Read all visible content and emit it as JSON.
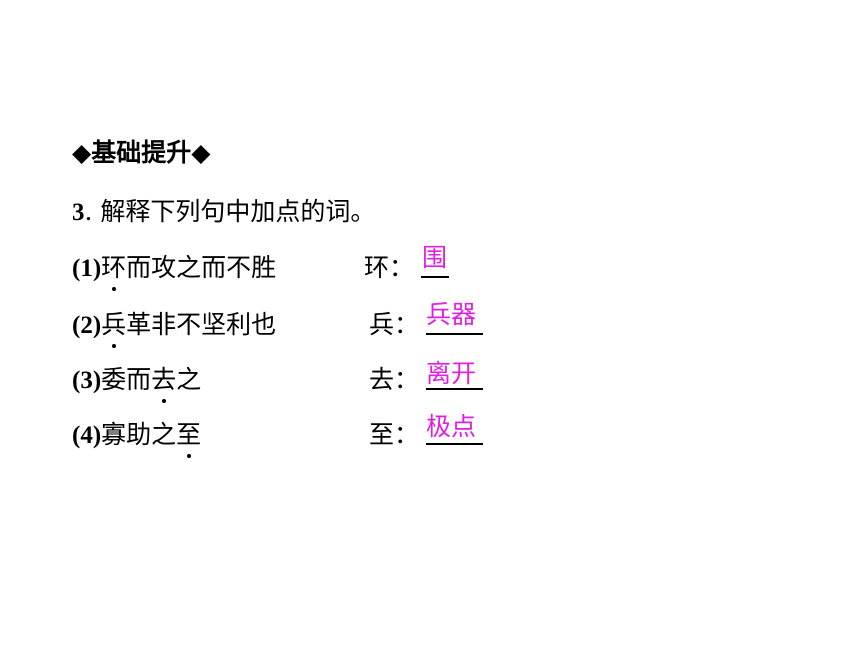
{
  "section_heading": "◆基础提升◆",
  "question": {
    "number": "3",
    "separator": ".",
    "prompt": "解释下列句中加点的词。"
  },
  "items": [
    {
      "number": "(1)",
      "before": "",
      "dotted": "环",
      "after": "而攻之而不胜",
      "gloss_label": "环：",
      "answer": "围"
    },
    {
      "number": "(2)",
      "before": "",
      "dotted": "兵",
      "after": "革非不坚利也",
      "gloss_label": "兵：",
      "answer": "兵器"
    },
    {
      "number": "(3)",
      "before": "委而",
      "dotted": "去",
      "after": "之",
      "gloss_label": "去：",
      "answer": "离开"
    },
    {
      "number": "(4)",
      "before": "寡助之",
      "dotted": "至",
      "after": "",
      "gloss_label": "至：",
      "answer": "极点"
    }
  ]
}
